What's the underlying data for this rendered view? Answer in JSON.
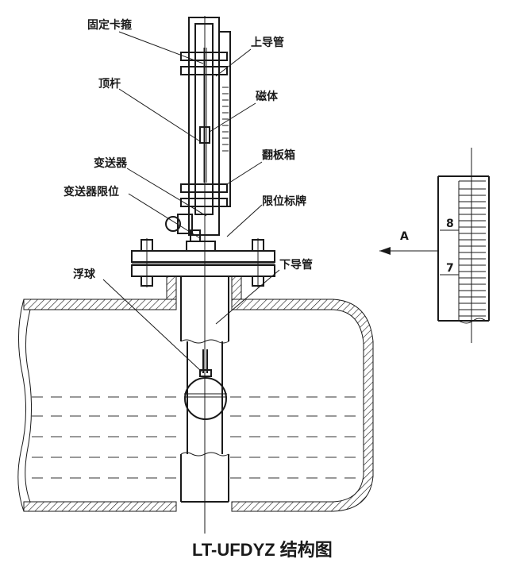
{
  "labels": {
    "fixed_clamp": "固定卡箍",
    "upper_guide_tube": "上导管",
    "top_rod": "顶杆",
    "magnet": "磁体",
    "transmitter": "变送器",
    "flip_box": "翻板箱",
    "transmitter_limit": "变送器限位",
    "limit_sign": "限位标牌",
    "lower_guide_tube": "下导管",
    "float_ball": "浮球",
    "view_a": "A"
  },
  "scale": {
    "mark_upper": "8",
    "mark_lower": "7"
  },
  "caption": "LT-UFDYZ 结构图"
}
